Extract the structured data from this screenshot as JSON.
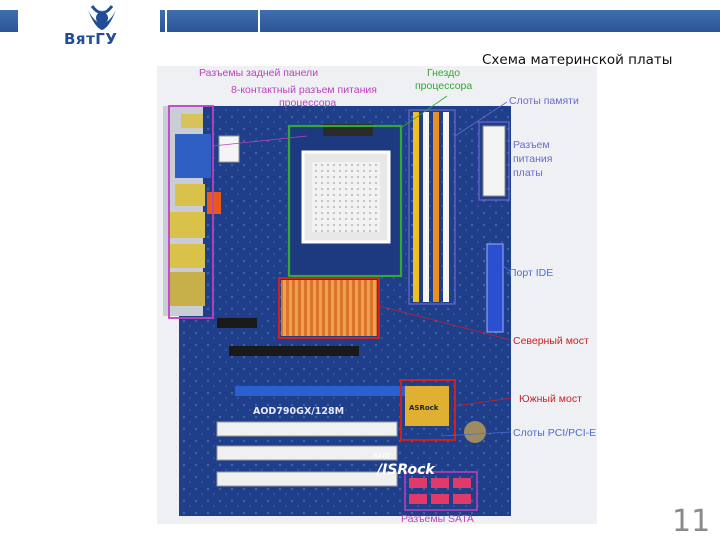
{
  "logo": {
    "name": "ВятГУ"
  },
  "slide": {
    "title": "Схема материнской платы",
    "page_number": "11"
  },
  "board": {
    "labels": {
      "rear_panel": "Разъемы задней панели",
      "cpu_power_line1": "8-контактный разъем питания",
      "cpu_power_line2": "процессора",
      "socket_line1": "Гнездо",
      "socket_line2": "процессора",
      "memory": "Слоты памяти",
      "board_power_line1": "Разъем",
      "board_power_line2": "питания",
      "board_power_line3": "платы",
      "ide": "Порт IDE",
      "northbridge": "Северный мост",
      "southbridge": "Южный мост",
      "pci": "Слоты PCI/PCI-E",
      "sata": "Разъемы SATA"
    },
    "chip_text": {
      "model": "AOD790GX/128M",
      "brand_small": "ASRock",
      "brand_large": "/ISRock",
      "raid": "RAID"
    }
  },
  "colors": {
    "header_blue": "#2c5597",
    "rear_panel": "#c040c0",
    "socket": "#33a833",
    "memory_box": "#6a6ad0",
    "board_power": "#6a6ad0",
    "ide": "#4a6fd0",
    "northbridge": "#cc2222",
    "southbridge": "#cc2222",
    "pci": "#4a6fd0",
    "sata": "#c040c0"
  }
}
